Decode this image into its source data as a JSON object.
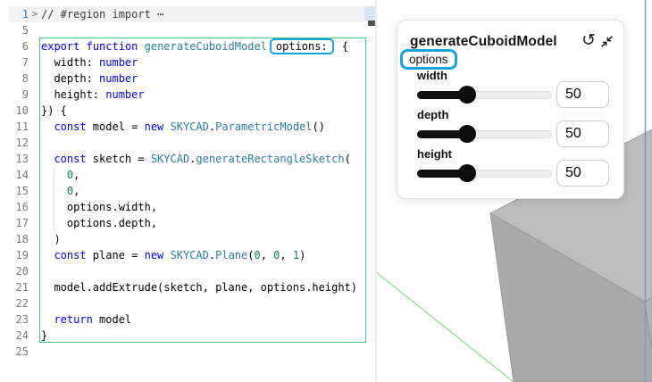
{
  "editor": {
    "fold_chevron": ">",
    "lines": [
      {
        "num": "1",
        "active": true,
        "folded": true,
        "tokens": [
          [
            "c",
            "// #region import ⋯"
          ]
        ]
      },
      {
        "num": "5",
        "tokens": []
      },
      {
        "num": "6",
        "tokens": [
          [
            "k",
            "export"
          ],
          [
            "p",
            " "
          ],
          [
            "k",
            "function"
          ],
          [
            "p",
            " "
          ],
          [
            "t",
            "generateCuboidModel"
          ],
          [
            "b",
            "options:"
          ],
          [
            "p",
            " {"
          ]
        ]
      },
      {
        "num": "7",
        "tokens": [
          [
            "p",
            "  width: "
          ],
          [
            "k",
            "number"
          ]
        ]
      },
      {
        "num": "8",
        "tokens": [
          [
            "p",
            "  depth: "
          ],
          [
            "k",
            "number"
          ]
        ]
      },
      {
        "num": "9",
        "tokens": [
          [
            "p",
            "  height: "
          ],
          [
            "k",
            "number"
          ]
        ]
      },
      {
        "num": "10",
        "tokens": [
          [
            "p",
            "}) {"
          ]
        ]
      },
      {
        "num": "11",
        "tokens": [
          [
            "p",
            "  "
          ],
          [
            "k",
            "const"
          ],
          [
            "p",
            " model = "
          ],
          [
            "k",
            "new"
          ],
          [
            "p",
            " "
          ],
          [
            "t",
            "SKYCAD"
          ],
          [
            "p",
            "."
          ],
          [
            "t",
            "ParametricModel"
          ],
          [
            "p",
            "()"
          ]
        ]
      },
      {
        "num": "12",
        "tokens": []
      },
      {
        "num": "13",
        "tokens": [
          [
            "p",
            "  "
          ],
          [
            "k",
            "const"
          ],
          [
            "p",
            " sketch = "
          ],
          [
            "t",
            "SKYCAD"
          ],
          [
            "p",
            "."
          ],
          [
            "t",
            "generateRectangleSketch"
          ],
          [
            "p",
            "("
          ]
        ]
      },
      {
        "num": "14",
        "tokens": [
          [
            "p",
            "    "
          ],
          [
            "n",
            "0"
          ],
          [
            "p",
            ","
          ]
        ]
      },
      {
        "num": "15",
        "tokens": [
          [
            "p",
            "    "
          ],
          [
            "n",
            "0"
          ],
          [
            "p",
            ","
          ]
        ]
      },
      {
        "num": "16",
        "tokens": [
          [
            "p",
            "    options.width,"
          ]
        ]
      },
      {
        "num": "17",
        "tokens": [
          [
            "p",
            "    options.depth,"
          ]
        ]
      },
      {
        "num": "18",
        "tokens": [
          [
            "p",
            "  )"
          ]
        ]
      },
      {
        "num": "19",
        "tokens": [
          [
            "p",
            "  "
          ],
          [
            "k",
            "const"
          ],
          [
            "p",
            " plane = "
          ],
          [
            "k",
            "new"
          ],
          [
            "p",
            " "
          ],
          [
            "t",
            "SKYCAD"
          ],
          [
            "p",
            "."
          ],
          [
            "t",
            "Plane"
          ],
          [
            "p",
            "("
          ],
          [
            "n",
            "0"
          ],
          [
            "p",
            ", "
          ],
          [
            "n",
            "0"
          ],
          [
            "p",
            ", "
          ],
          [
            "n",
            "1"
          ],
          [
            "p",
            ")"
          ]
        ]
      },
      {
        "num": "20",
        "tokens": []
      },
      {
        "num": "21",
        "tokens": [
          [
            "p",
            "  model.addExtrude(sketch, plane, options.height)"
          ]
        ]
      },
      {
        "num": "22",
        "tokens": []
      },
      {
        "num": "23",
        "tokens": [
          [
            "p",
            "  "
          ],
          [
            "k",
            "return"
          ],
          [
            "p",
            " model"
          ]
        ]
      },
      {
        "num": "24",
        "tokens": [
          [
            "p",
            "}"
          ]
        ]
      },
      {
        "num": "25",
        "tokens": []
      }
    ]
  },
  "panel": {
    "title": "generateCuboidModel",
    "reset_icon": "↺",
    "param_label": "options",
    "slider_fraction": 0.37,
    "sliders": [
      {
        "label": "width",
        "value": "50"
      },
      {
        "label": "depth",
        "value": "50"
      },
      {
        "label": "height",
        "value": "50"
      }
    ]
  },
  "scene": {
    "object": "cuboid",
    "faces": {
      "top": "#bdbdbd",
      "front": "#aaaaaa",
      "right": "#b4b4b4"
    },
    "edge": "#949494",
    "axis_green": "#8ce08c",
    "axis_blue": "#7e91d8"
  },
  "colors": {
    "keyword": "#0000ff",
    "type": "#267f99",
    "number": "#098658",
    "plain": "#000000",
    "comment": "#3c3c3c",
    "highlight": "#18a2df",
    "frame": "#3fc97f",
    "gutter": "#7a7a7a",
    "gutterActive": "#2f7cc9"
  }
}
